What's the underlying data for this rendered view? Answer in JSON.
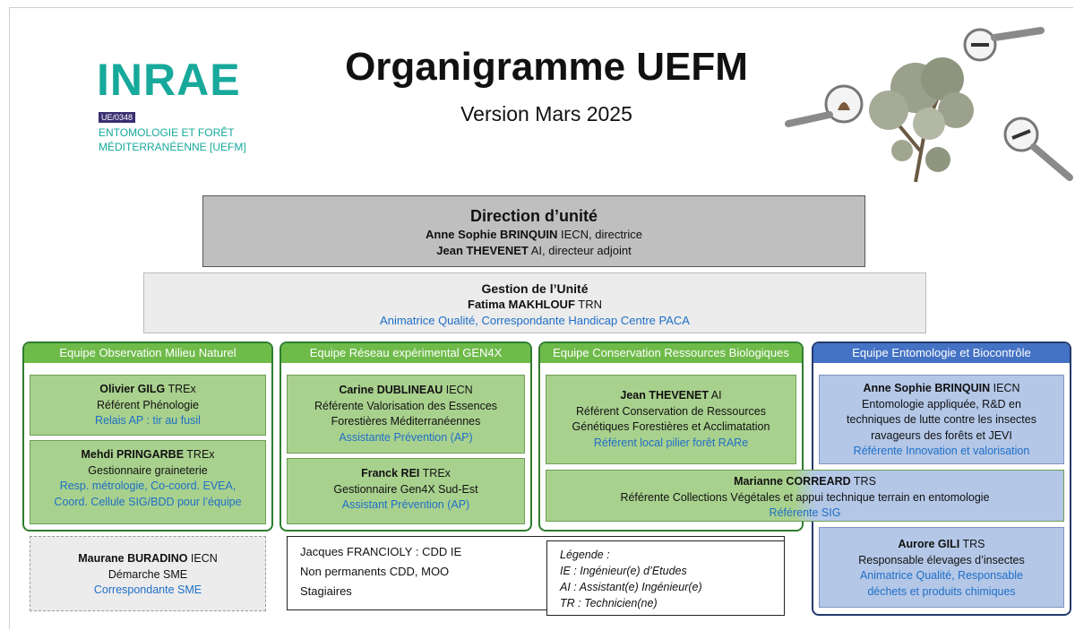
{
  "logo": {
    "name": "INRAE",
    "tag": "UE/0348",
    "unit_line1": "ENTOMOLOGIE ET FORÊT",
    "unit_line2": "MÉDITERRANÉENNE [UEFM]"
  },
  "title": "Organigramme UEFM",
  "subtitle": "Version Mars 2025",
  "direction": {
    "title": "Direction d’unité",
    "line1_name": "Anne Sophie BRINQUIN",
    "line1_role": " IECN, directrice",
    "line2_name": "Jean THEVENET",
    "line2_role": " AI, directeur adjoint"
  },
  "gestion": {
    "title": "Gestion de l’Unité",
    "name": "Fatima MAKHLOUF",
    "grade": " TRN",
    "role": "Animatrice Qualité, Correspondante Handicap Centre PACA"
  },
  "teams": [
    {
      "title": "Equipe Observation Milieu Naturel",
      "members": [
        {
          "name": "Olivier GILG",
          "grade": " TREx",
          "role": "Référent Phénologie",
          "extra": "Relais AP : tir au fusil"
        },
        {
          "name": "Mehdi PRINGARBE",
          "grade": " TREx",
          "role": "Gestionnaire graineterie",
          "extra1": "Resp. métrologie, Co-coord. EVEA,",
          "extra2": "Coord. Cellule SIG/BDD pour l’équipe"
        }
      ]
    },
    {
      "title": "Equipe Réseau expérimental GEN4X",
      "members": [
        {
          "name": "Carine DUBLINEAU",
          "grade": " IECN",
          "role1": "Référente Valorisation des Essences",
          "role2": "Forestières Méditerranéennes",
          "extra": "Assistante Prévention (AP)"
        },
        {
          "name": "Franck REI",
          "grade": " TREx",
          "role": "Gestionnaire Gen4X Sud-Est",
          "extra": "Assistant Prévention (AP)"
        }
      ]
    },
    {
      "title": "Equipe Conservation Ressources Biologiques",
      "members": [
        {
          "name": "Jean THEVENET",
          "grade": " AI",
          "role1": "Référent Conservation de Ressources",
          "role2": "Génétiques Forestières et Acclimatation",
          "extra": "Référent local pilier forêt RARe"
        }
      ]
    },
    {
      "title": "Equipe Entomologie et Biocontrôle",
      "members": [
        {
          "name": "Anne Sophie BRINQUIN",
          "grade": " IECN",
          "role1": "Entomologie appliquée, R&D en",
          "role2": "techniques de lutte contre les insectes",
          "role3": "ravageurs des forêts et JEVI",
          "extra": "Référente Innovation et valorisation"
        },
        {
          "name": "Aurore GILI",
          "grade": " TRS",
          "role": "Responsable élevages d’insectes",
          "extra1": "Animatrice Qualité, Responsable",
          "extra2": "déchets et produits chimiques"
        }
      ]
    }
  ],
  "shared": {
    "name": "Marianne CORREARD",
    "grade": " TRS",
    "role": "Référente Collections Végétales et appui technique terrain en entomologie",
    "extra": "Référente SIG"
  },
  "sme": {
    "name": "Maurane BURADINO",
    "grade": " IECN",
    "role": "Démarche SME",
    "extra": "Correspondante SME"
  },
  "nonperm": {
    "line1": "Jacques FRANCIOLY : CDD IE",
    "line2": "Non permanents CDD, MOO",
    "line3": "Stagiaires"
  },
  "legend": {
    "title": "Légende :",
    "ie": "IE : Ingénieur(e) d’Etudes",
    "ai": "AI : Assistant(e) Ingénieur(e)",
    "tr": "TR : Technicien(ne)"
  },
  "colors": {
    "green_header": "#6fbb4a",
    "green_card": "#a9d18e",
    "blue_header": "#4472c4",
    "blue_card": "#b4c7e7",
    "link_blue": "#1f6fc7",
    "inrae_teal": "#17a99b"
  },
  "icons": [
    "tree-illustration",
    "pine-cone-icon",
    "magnifier-icon"
  ]
}
